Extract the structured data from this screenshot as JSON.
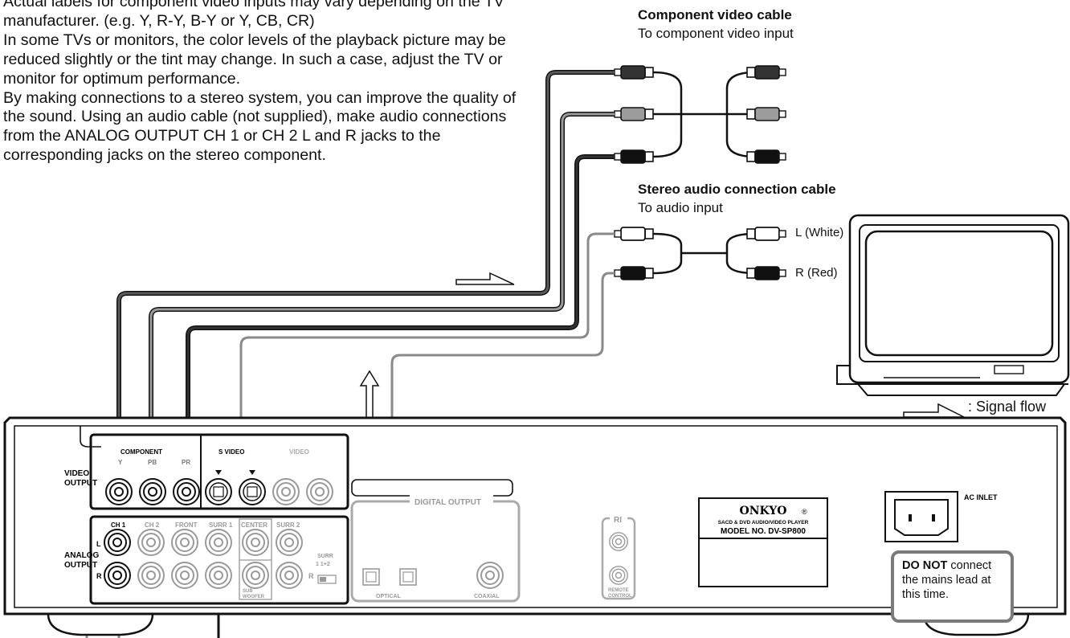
{
  "notes": {
    "line1": "Actual labels for component video inputs may vary depending on the TV manufacturer. (e.g. Y, R-Y, B-Y or Y, CB, CR)",
    "line2": "In some TVs or monitors, the color levels of the playback picture may be reduced slightly or the tint may change. In such a case, adjust the TV or monitor for optimum performance.",
    "line3": "By making connections to a stereo system, you can improve the quality of the sound. Using an audio cable (not supplied), make audio connections from the ANALOG OUTPUT CH 1 or CH 2 L and R jacks to the corresponding jacks on the stereo component."
  },
  "cables": {
    "component_title": "Component video cable",
    "component_sub": "To component video input",
    "audio_title": "Stereo audio connection cable",
    "audio_sub": "To audio input",
    "white_label": "L (White)",
    "red_label": "R (Red)"
  },
  "legend": {
    "signal_flow": ": Signal flow"
  },
  "panel": {
    "video_output": [
      "VIDEO",
      "OUTPUT"
    ],
    "analog_output": [
      "ANALOG",
      "OUTPUT"
    ],
    "component": "COMPONENT",
    "y": "Y",
    "pb": "PB",
    "pr": "PR",
    "s_video": "S VIDEO",
    "video": "VIDEO",
    "ch1": "CH 1",
    "ch2": "CH 2",
    "front": "FRONT",
    "surr1": "SURR 1",
    "center": "CENTER",
    "surr2": "SURR 2",
    "l": "L",
    "r": "R",
    "sub_woofer": [
      "SUB",
      "WOOFER"
    ],
    "surr_switch": "SURR",
    "surr_opts": "1   1+2",
    "digital_output": "DIGITAL OUTPUT",
    "optical": "OPTICAL",
    "coaxial": "COAXIAL",
    "ri": "RI",
    "remote_control": [
      "REMOTE",
      "CONTROL"
    ],
    "brand": "ONKYO",
    "registered": "®",
    "product": "SACD & DVD AUDIO/VIDEO PLAYER",
    "model": "MODEL NO. DV-SP800",
    "ac_inlet": "AC INLET"
  },
  "warning": {
    "bold": "DO NOT",
    "text": " connect the mains lead at this time."
  },
  "colors": {
    "cable_dark": "#3a3a3a",
    "cable_gray": "#8a8a8a",
    "panel_outline": "#111111"
  }
}
